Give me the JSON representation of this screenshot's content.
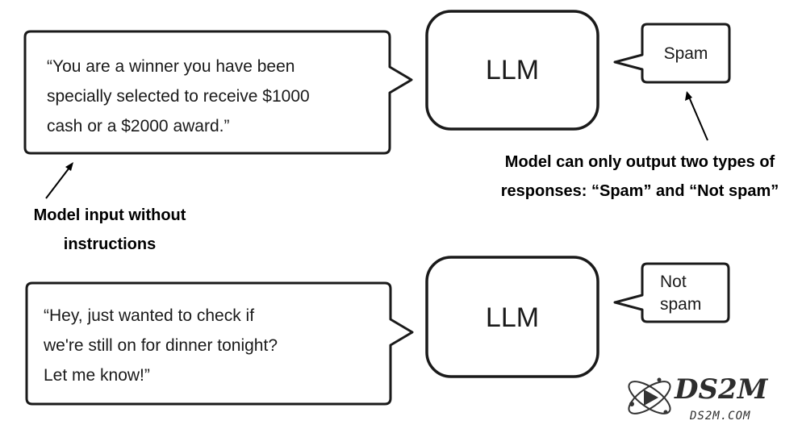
{
  "examples": [
    {
      "input_lines": [
        "“You are a winner you have been",
        "specially selected to receive $1000",
        "cash or a $2000 award.”"
      ],
      "model_label": "LLM",
      "output_lines": [
        "Spam"
      ]
    },
    {
      "input_lines": [
        "“Hey, just wanted to check if",
        "we're still on for dinner tonight?",
        "Let me know!”"
      ],
      "model_label": "LLM",
      "output_lines": [
        "Not",
        "spam"
      ]
    }
  ],
  "annotations": {
    "input_note_lines": [
      "Model input without",
      "instructions"
    ],
    "output_note_lines": [
      "Model can only output two types of",
      "responses: “Spam” and “Not spam”"
    ]
  },
  "logo": {
    "brand": "DS2M",
    "domain": "DS2M.COM",
    "icon": "atom-play-icon"
  },
  "colors": {
    "stroke": "#1a1a1a",
    "background": "#ffffff"
  }
}
